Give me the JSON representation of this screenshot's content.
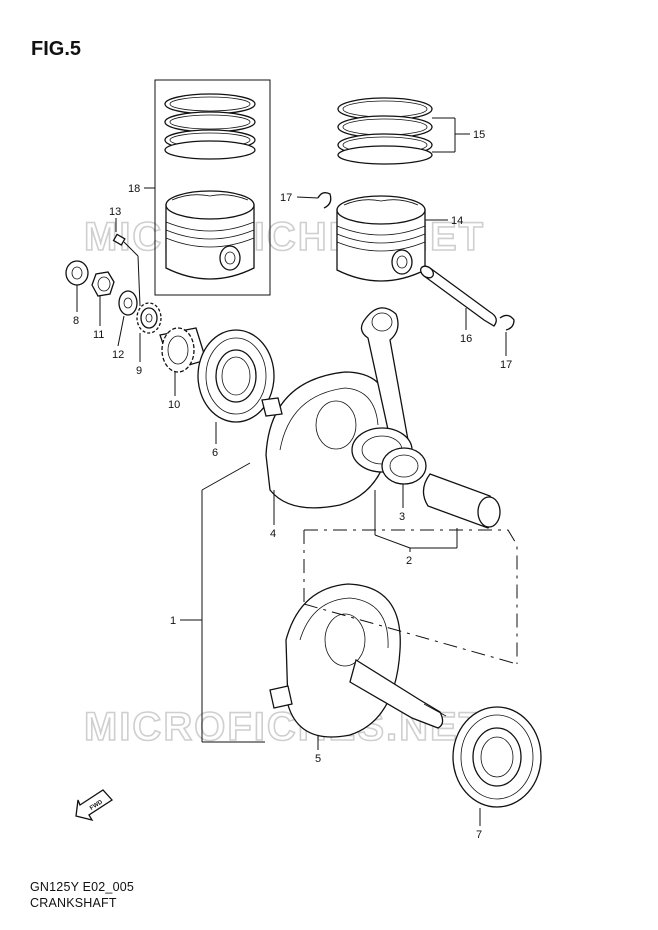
{
  "figure_label": "FIG.5",
  "watermark_text": "MICROFICHES.NET",
  "footer": {
    "code": "GN125Y E02_005",
    "name": "CRANKSHAFT"
  },
  "fwd_label": "FWD",
  "callouts": {
    "c1": "1",
    "c2": "2",
    "c3": "3",
    "c4": "4",
    "c5": "5",
    "c6": "6",
    "c7": "7",
    "c8": "8",
    "c9": "9",
    "c10": "10",
    "c11": "11",
    "c12": "12",
    "c13": "13",
    "c14": "14",
    "c15": "15",
    "c16": "16",
    "c17a": "17",
    "c17b": "17",
    "c18": "18"
  }
}
